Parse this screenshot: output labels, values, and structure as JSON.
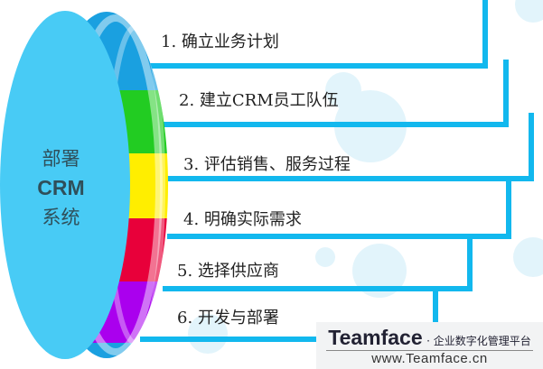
{
  "center": {
    "line1": "部署",
    "line2": "CRM",
    "line3": "系统"
  },
  "steps": [
    {
      "label": "1. 确立业务计划",
      "color": "#1aa0e0"
    },
    {
      "label": "2. 建立CRM员工队伍",
      "color": "#22cc22"
    },
    {
      "label": "3. 评估销售、服务过程",
      "color": "#ffee00"
    },
    {
      "label": "4. 明确实际需求",
      "color": "#e8003a"
    },
    {
      "label": "5. 选择供应商",
      "color": "#aa00ee"
    },
    {
      "label": "6. 开发与部署",
      "color": "#1aa0e0"
    }
  ],
  "colors": {
    "line": "#12b8ee",
    "disc": "#48cbf5"
  },
  "watermark": {
    "brand": "Teamface",
    "slogan": "· 企业数字化管理平台",
    "url": "www.Teamface.cn"
  }
}
